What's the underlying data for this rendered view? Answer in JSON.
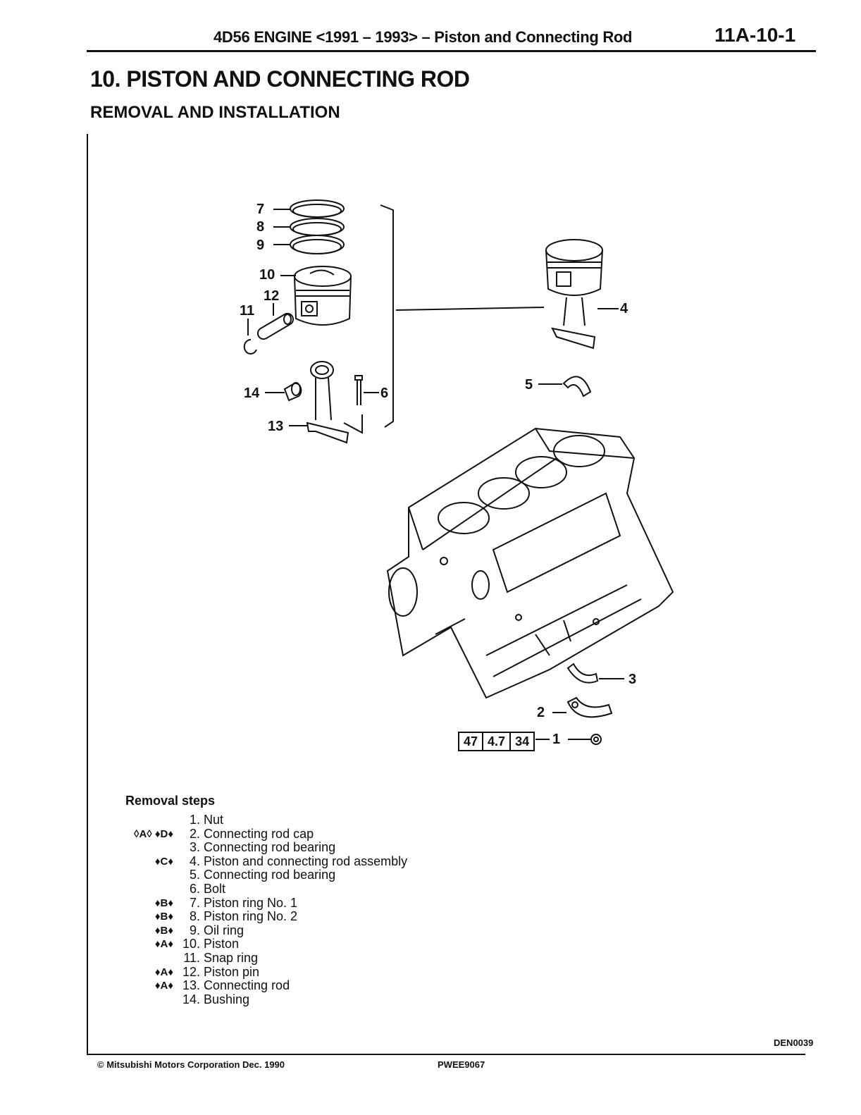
{
  "header": {
    "title": "4D56 ENGINE <1991 – 1993> – Piston and Connecting Rod",
    "page_number": "11A-10-1"
  },
  "section": {
    "title": "10. PISTON AND CONNECTING ROD",
    "subtitle": "REMOVAL AND INSTALLATION"
  },
  "diagram": {
    "callouts": [
      "7",
      "8",
      "9",
      "10",
      "12",
      "11",
      "14",
      "6",
      "13",
      "4",
      "5",
      "3",
      "2",
      "1"
    ],
    "torque_spec": [
      "47",
      "4.7",
      "34"
    ]
  },
  "removal": {
    "title": "Removal steps",
    "steps": [
      {
        "mark": "",
        "num": "1.",
        "label": "Nut"
      },
      {
        "mark": "◊A◊ ♦D♦",
        "num": "2.",
        "label": "Connecting rod cap"
      },
      {
        "mark": "",
        "num": "3.",
        "label": "Connecting rod bearing"
      },
      {
        "mark": "♦C♦",
        "num": "4.",
        "label": "Piston and connecting rod assembly"
      },
      {
        "mark": "",
        "num": "5.",
        "label": "Connecting rod bearing"
      },
      {
        "mark": "",
        "num": "6.",
        "label": "Bolt"
      },
      {
        "mark": "♦B♦",
        "num": "7.",
        "label": "Piston ring No. 1"
      },
      {
        "mark": "♦B♦",
        "num": "8.",
        "label": "Piston ring No. 2"
      },
      {
        "mark": "♦B♦",
        "num": "9.",
        "label": "Oil ring"
      },
      {
        "mark": "♦A♦",
        "num": "10.",
        "label": "Piston"
      },
      {
        "mark": "",
        "num": "11.",
        "label": "Snap ring"
      },
      {
        "mark": "♦A♦",
        "num": "12.",
        "label": "Piston pin"
      },
      {
        "mark": "♦A♦",
        "num": "13.",
        "label": "Connecting rod"
      },
      {
        "mark": "",
        "num": "14.",
        "label": "Bushing"
      }
    ]
  },
  "footer": {
    "figure_id": "DEN0039",
    "copyright": "© Mitsubishi Motors Corporation  Dec. 1990",
    "publication": "PWEE9067"
  }
}
